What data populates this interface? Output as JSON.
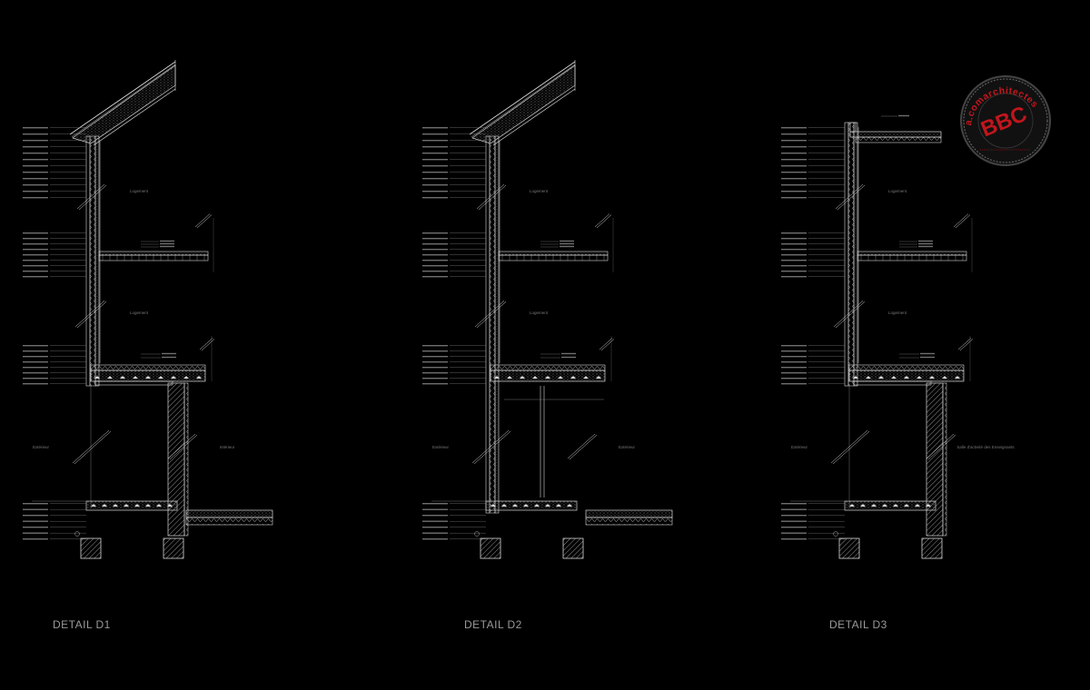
{
  "details": [
    {
      "title": "DETAIL D1",
      "rooms": [
        "Logement",
        "Logement",
        "Extérieur",
        "Intérieur"
      ]
    },
    {
      "title": "DETAIL D2",
      "rooms": [
        "Logement",
        "Logement",
        "Extérieur",
        "Extérieur"
      ]
    },
    {
      "title": "DETAIL D3",
      "rooms": [
        "Logement",
        "Logement",
        "Extérieur",
        "Salle d'activité des Enseignants"
      ]
    }
  ],
  "stamp": {
    "text": "BBC",
    "ring_text": "a.comarchitectes",
    "color": "#c0161c"
  },
  "colors": {
    "line": "#d8d8d8",
    "dim": "#8a8a8a",
    "background": "#000000"
  }
}
